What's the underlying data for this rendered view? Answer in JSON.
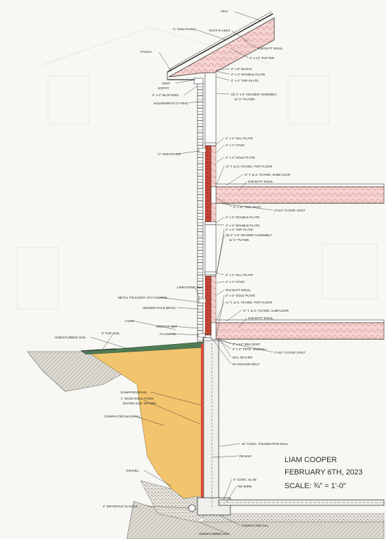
{
  "labels": {
    "felt": "FELT",
    "sheathing_roof": "½\" SHEATHING",
    "raft_r_vent": "RAFT-R-VENT",
    "r38_roof": "R38 BATT INSUL.",
    "rafter": "2\" x 12\" RAFTER",
    "fascia": "FASCIA",
    "block": "2\" x 8\" BLOCK",
    "double_plate_top": "2\" x 4\" DOUBLE PLATE",
    "top_plate_top": "2\" x 4\" TOP PLATE",
    "vent": "VENT",
    "soffit": "SOFFIT",
    "blocking": "2\" x 4\" BLOCKING",
    "header_top_1": "(2) 2\" x 8\" HEADER ASSEMBLY",
    "header_top_2": "w/ ½\" PLYWD.",
    "housewrap": "HOUSEWRAP (TYVEK)",
    "sill_plate_2nd": "2\" x 4\" SILL PLATE",
    "stud_2nd": "2\" x 4\" STUD",
    "sheathing_wall": "½\" SHEATHING",
    "sole_plate_2nd": "2\" x 4\" SOLE PLATE",
    "tg_top_2nd": "¾\" T. & G. PLYWD. TOP FLOOR",
    "tg_sub_2nd": "¾\" T. & G. PLYWD. SUBFLOOR",
    "r38_2nd": "R38 BATT INSUL.",
    "rim_joist_2nd": "2\" x 12\" RIM JOIST",
    "floor_joist_2nd": "2\"x12\" FLOOR JOIST",
    "double_plate_2nd": "2\" x 4\" DOUBLE PLATE",
    "double_plate_2nd_b": "2\" x 4\" DOUBLE PLATE",
    "top_plate_2nd": "2\" x 4\" TOP PLATE",
    "header_2nd_1": "(2) 2\" x 8\" HEADER ASSEMBLY",
    "header_2nd_2": "w/ ½\" PLYWD.",
    "sill_plate_1st": "2\" x 4\" SILL PLATE",
    "stud_1st": "2\" x 4\" STUD",
    "limestone_sill": "LIMESTONE SILL",
    "r13": "R13 BATT INSUL.",
    "metal_tie": "METAL TIE EVERY 4TH COURSE",
    "sole_plate_1st": "2\" x 4\" SOLE PLATE",
    "tg_top_1st": "¾\" T. & G. PLYWD. TOP FLOOR",
    "veneer": "VENEER FACE BRICK",
    "tg_sub_1st": "¾\" T. & G. PLYWD. SUBFLOOR",
    "lawn": "LAWN",
    "mortar_net": "MORTAR NET",
    "r38_1st": "R38 BATT INSUL.",
    "flashing": "FLASHING",
    "undisturbed_top": "UNDISTURBED SOIL",
    "topsoil": "3\" TOP SOIL",
    "rim_joist_1st": "2\" x 12\" RIM JOIST",
    "mudsill": "2\" x 6\" TRTD. MUDSILL",
    "floor_joist_1st": "2\"x12\" FLOOR JOIST",
    "sill_sealer": "SILL SEALER",
    "anchor_bolt": "#5 ANCHOR BOLT",
    "dampproofing": "DAMPPROOFING",
    "rigid_1": "1\" RIGID INSULATION",
    "rigid_2": "(RATED SUB. GRADE)",
    "compacted_backfill": "COMPACTED BACKFILL",
    "foundation_wall": "10\" CONC. FOUNDATION WALL",
    "rebar": "RE-BAR",
    "gravel": "GRAVEL",
    "conc_slab": "4\" CONC. SLAB",
    "rewire": "RE-WIRE",
    "draintile": "4\" DRAINTILE IN SOCK",
    "compacted_fill": "COMPACTED FILL",
    "undisturbed_bottom": "UNDISTURBED SOIL"
  },
  "signature": {
    "name": "LIAM COOPER",
    "date": "FEBRUARY 6TH, 2023",
    "scale": "SCALE: ¾\" = 1'-0\""
  },
  "colors": {
    "paper": "#f7f7f4",
    "insulation": "#f0c7c4",
    "brick": "#c84a3a",
    "backfill": "#f2c46e",
    "soil": "#d9d6cd",
    "concrete": "#f1f1ee",
    "lawn": "#4f7c55",
    "linework": "#2a2a2a"
  }
}
